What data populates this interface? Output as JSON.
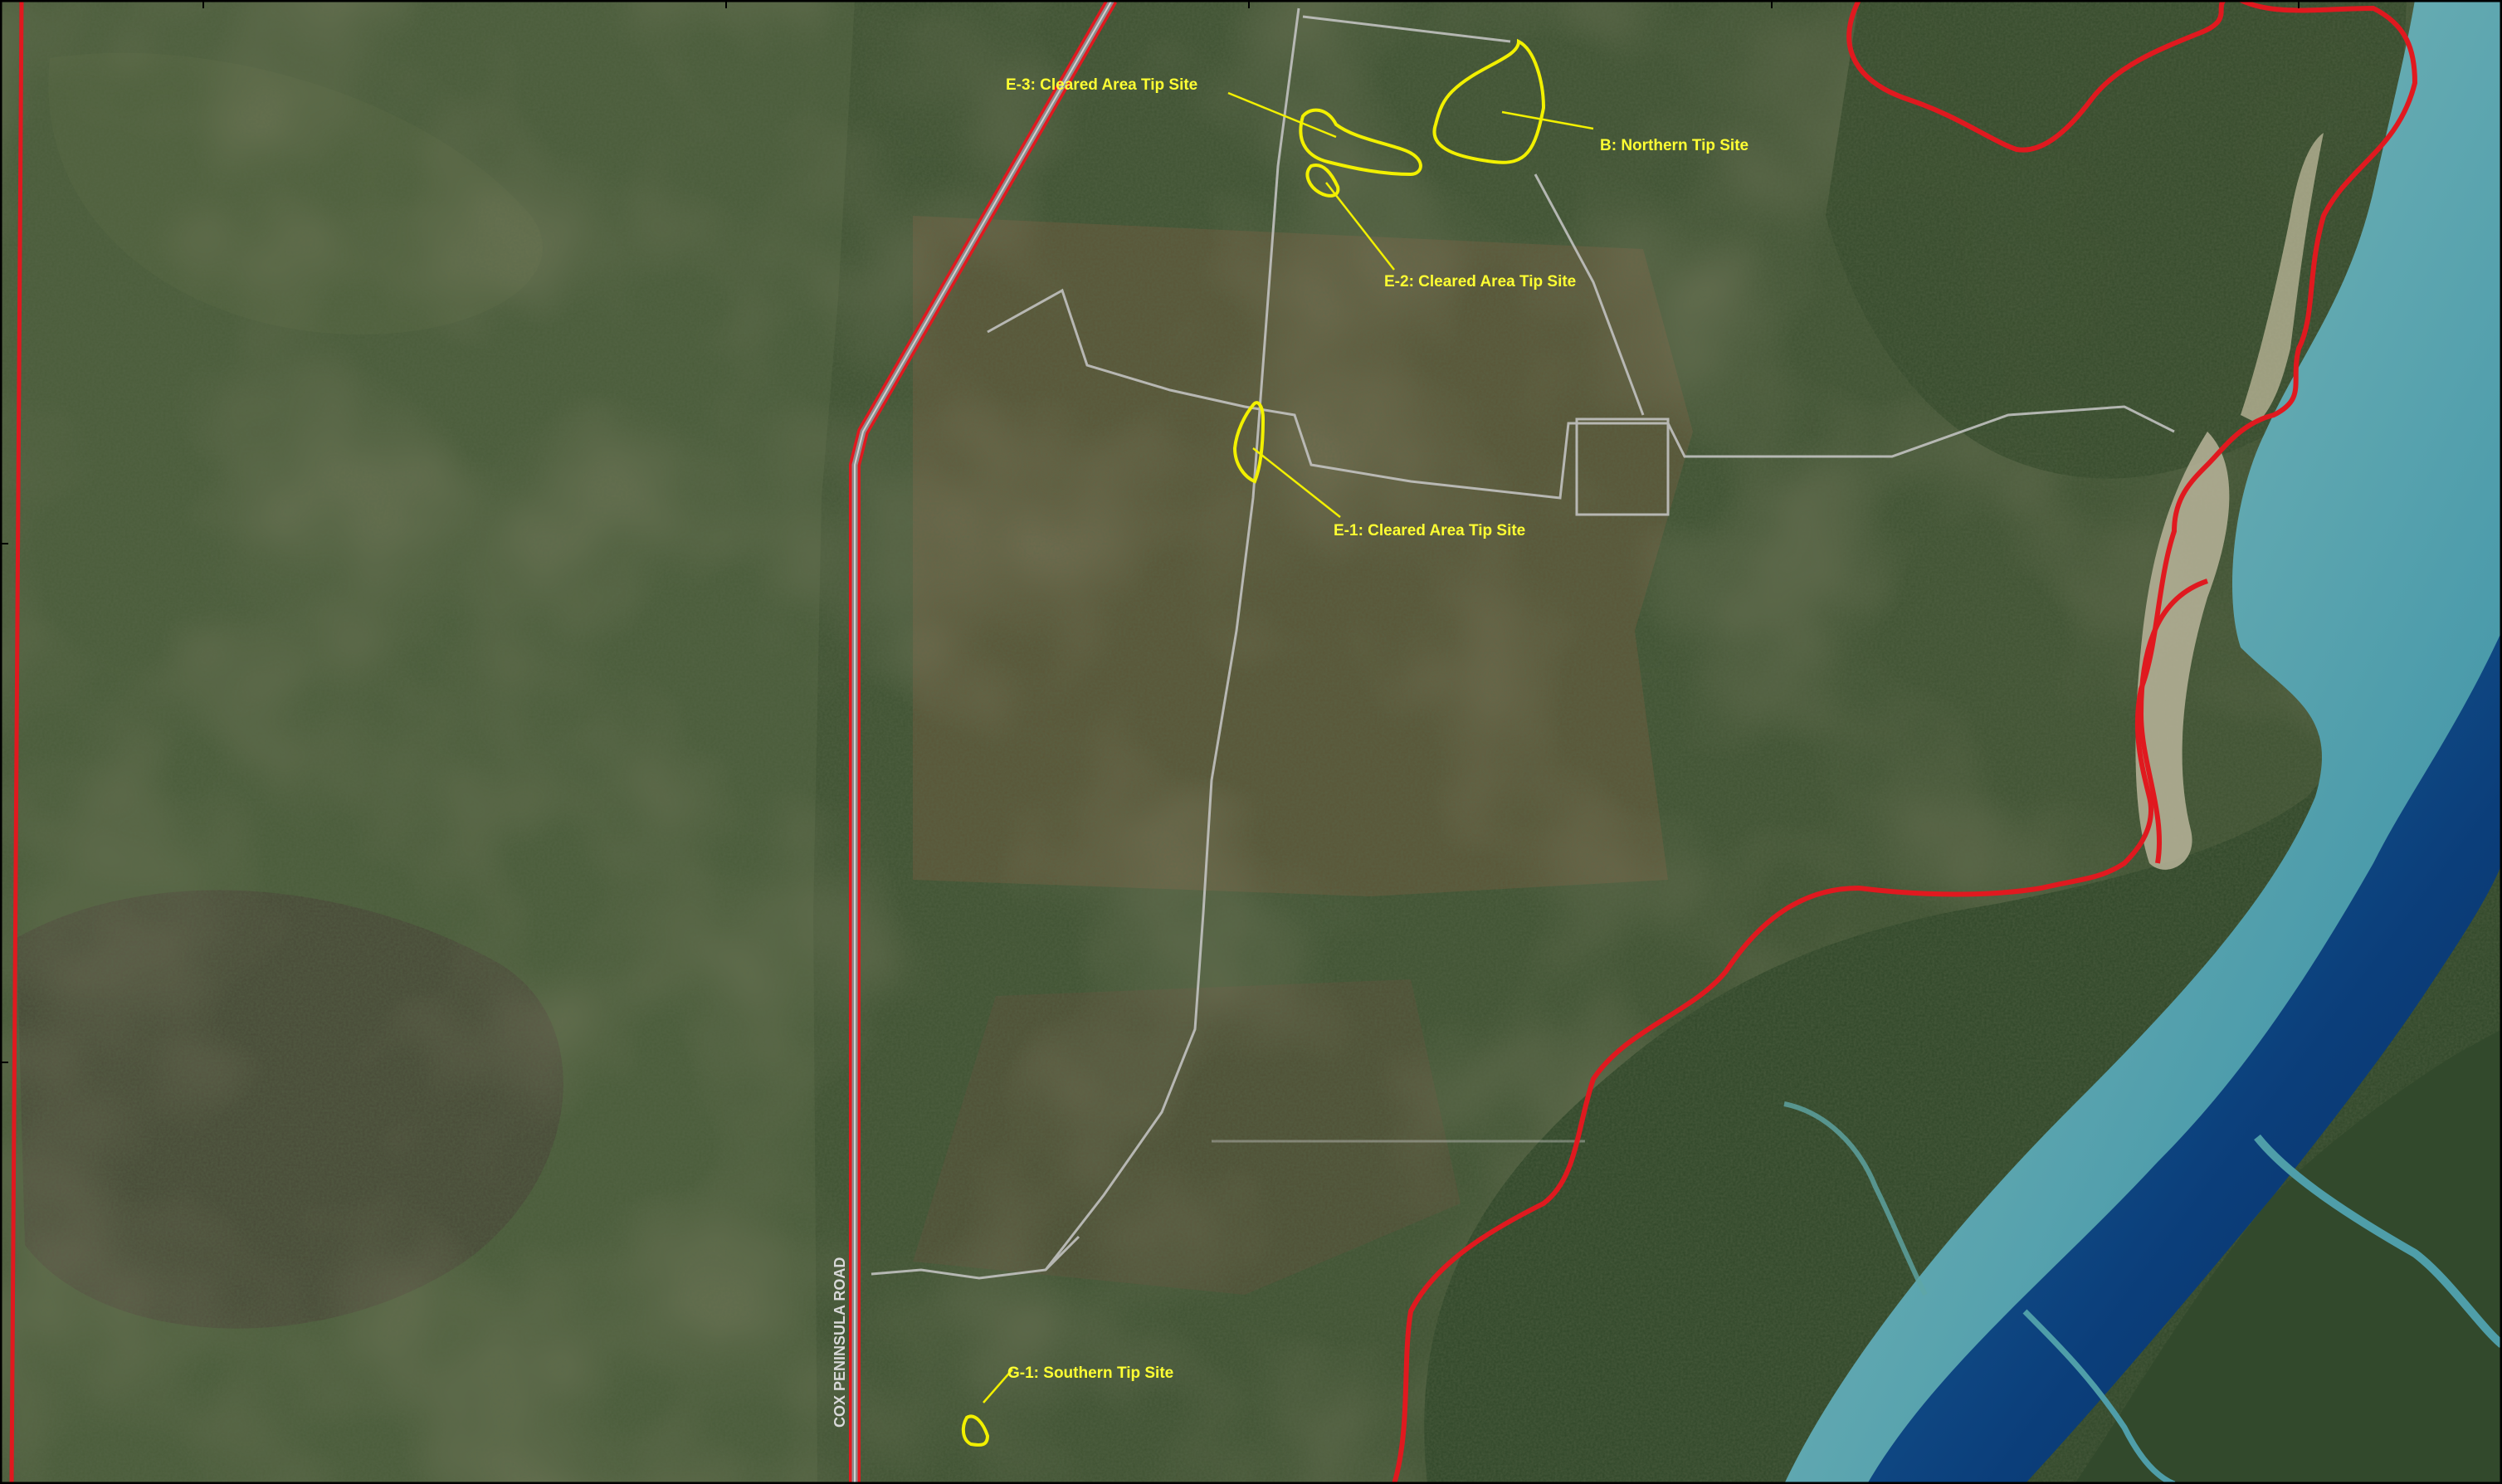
{
  "map": {
    "colors": {
      "site_outline": "#f2f000",
      "label_text": "#ffff33",
      "boundary": "#e0191f",
      "track": "#c8c8c8",
      "land_dark": "#3a4a2c",
      "land_cleared": "#6c5b3c",
      "shallow_water": "#7fb6b0",
      "deep_channel": "#0d3f78",
      "frame": "#000000"
    },
    "sites": {
      "e3": {
        "label": "E-3: Cleared Area Tip Site"
      },
      "b": {
        "label": "B: Northern Tip Site"
      },
      "e2": {
        "label": "E-2: Cleared Area Tip Site"
      },
      "e1": {
        "label": "E-1: Cleared Area Tip Site"
      },
      "g1": {
        "label": "G-1: Southern Tip Site"
      }
    },
    "road": {
      "label": "COX PENINSULA ROAD"
    },
    "icons": [
      "tip-site-outline",
      "cadastral-boundary-line",
      "road-line",
      "track-line"
    ]
  }
}
